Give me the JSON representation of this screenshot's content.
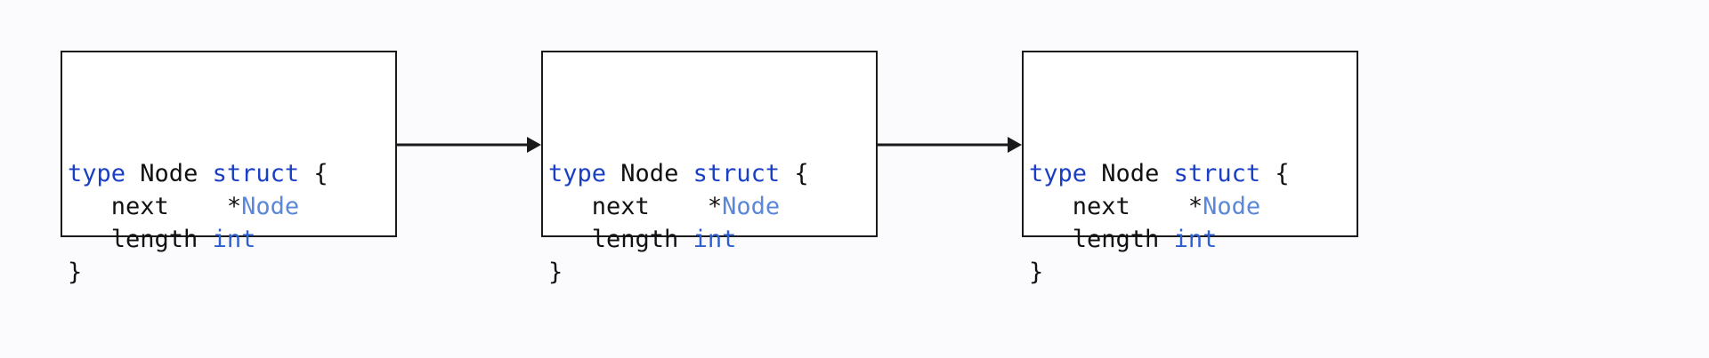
{
  "diagram": {
    "title": "Linked list of Node structs",
    "background_color": "#fbfbfd",
    "box_border_color": "#1a1a1a",
    "box_fill_color": "#ffffff",
    "arrow_color": "#1a1a1a",
    "keyword_color": "#1a3fc4",
    "type_ref_color": "#5b87d8",
    "builtin_color": "#2d5fd0",
    "text_color": "#111111"
  },
  "nodes": [
    {
      "id": "node-1",
      "code": {
        "line1": {
          "keyword_type": "type",
          "space1": " ",
          "name": "Node",
          "space2": " ",
          "keyword_struct": "struct",
          "space3": " ",
          "brace_open": "{"
        },
        "line2": {
          "indent": "   ",
          "field": "next",
          "gap": "    ",
          "star": "*",
          "type_ref": "Node"
        },
        "line3": {
          "indent": "   ",
          "field": "length",
          "gap": " ",
          "builtin": "int"
        },
        "line4": {
          "brace_close": "}"
        }
      }
    },
    {
      "id": "node-2",
      "code": {
        "line1": {
          "keyword_type": "type",
          "space1": " ",
          "name": "Node",
          "space2": " ",
          "keyword_struct": "struct",
          "space3": " ",
          "brace_open": "{"
        },
        "line2": {
          "indent": "   ",
          "field": "next",
          "gap": "    ",
          "star": "*",
          "type_ref": "Node"
        },
        "line3": {
          "indent": "   ",
          "field": "length",
          "gap": " ",
          "builtin": "int"
        },
        "line4": {
          "brace_close": "}"
        }
      }
    },
    {
      "id": "node-3",
      "code": {
        "line1": {
          "keyword_type": "type",
          "space1": " ",
          "name": "Node",
          "space2": " ",
          "keyword_struct": "struct",
          "space3": " ",
          "brace_open": "{"
        },
        "line2": {
          "indent": "   ",
          "field": "next",
          "gap": "    ",
          "star": "*",
          "type_ref": "Node"
        },
        "line3": {
          "indent": "   ",
          "field": "length",
          "gap": " ",
          "builtin": "int"
        },
        "line4": {
          "brace_close": "}"
        }
      }
    }
  ],
  "connectors": [
    {
      "id": "arrow-1",
      "from": "node-1",
      "to": "node-2",
      "style": "solid-arrow-right"
    },
    {
      "id": "arrow-2",
      "from": "node-2",
      "to": "node-3",
      "style": "solid-arrow-right"
    }
  ]
}
